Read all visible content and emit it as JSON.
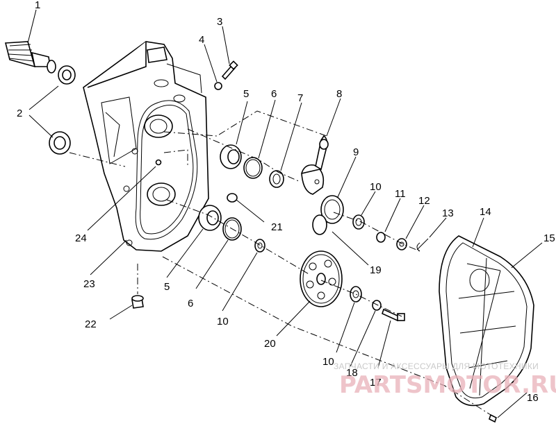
{
  "callouts": [
    {
      "id": "c1",
      "label": "1"
    },
    {
      "id": "c2",
      "label": "2"
    },
    {
      "id": "c3",
      "label": "3"
    },
    {
      "id": "c4",
      "label": "4"
    },
    {
      "id": "c5a",
      "label": "5"
    },
    {
      "id": "c6a",
      "label": "6"
    },
    {
      "id": "c7",
      "label": "7"
    },
    {
      "id": "c8",
      "label": "8"
    },
    {
      "id": "c9",
      "label": "9"
    },
    {
      "id": "c10a",
      "label": "10"
    },
    {
      "id": "c11",
      "label": "11"
    },
    {
      "id": "c12",
      "label": "12"
    },
    {
      "id": "c13",
      "label": "13"
    },
    {
      "id": "c14",
      "label": "14"
    },
    {
      "id": "c15",
      "label": "15"
    },
    {
      "id": "c16",
      "label": "16"
    },
    {
      "id": "c17",
      "label": "17"
    },
    {
      "id": "c18",
      "label": "18"
    },
    {
      "id": "c19",
      "label": "19"
    },
    {
      "id": "c20",
      "label": "20"
    },
    {
      "id": "c21",
      "label": "21"
    },
    {
      "id": "c22",
      "label": "22"
    },
    {
      "id": "c23",
      "label": "23"
    },
    {
      "id": "c24",
      "label": "24"
    },
    {
      "id": "c5b",
      "label": "5"
    },
    {
      "id": "c6b",
      "label": "6"
    },
    {
      "id": "c10b",
      "label": "10"
    },
    {
      "id": "c10c",
      "label": "10"
    }
  ],
  "watermark": {
    "caption": "ЗАПЧАСТИ И АКСЕССУАРЫ ДЛЯ МОТОТЕХНИКИ",
    "brand": "PARTSMOTOR.RU"
  }
}
